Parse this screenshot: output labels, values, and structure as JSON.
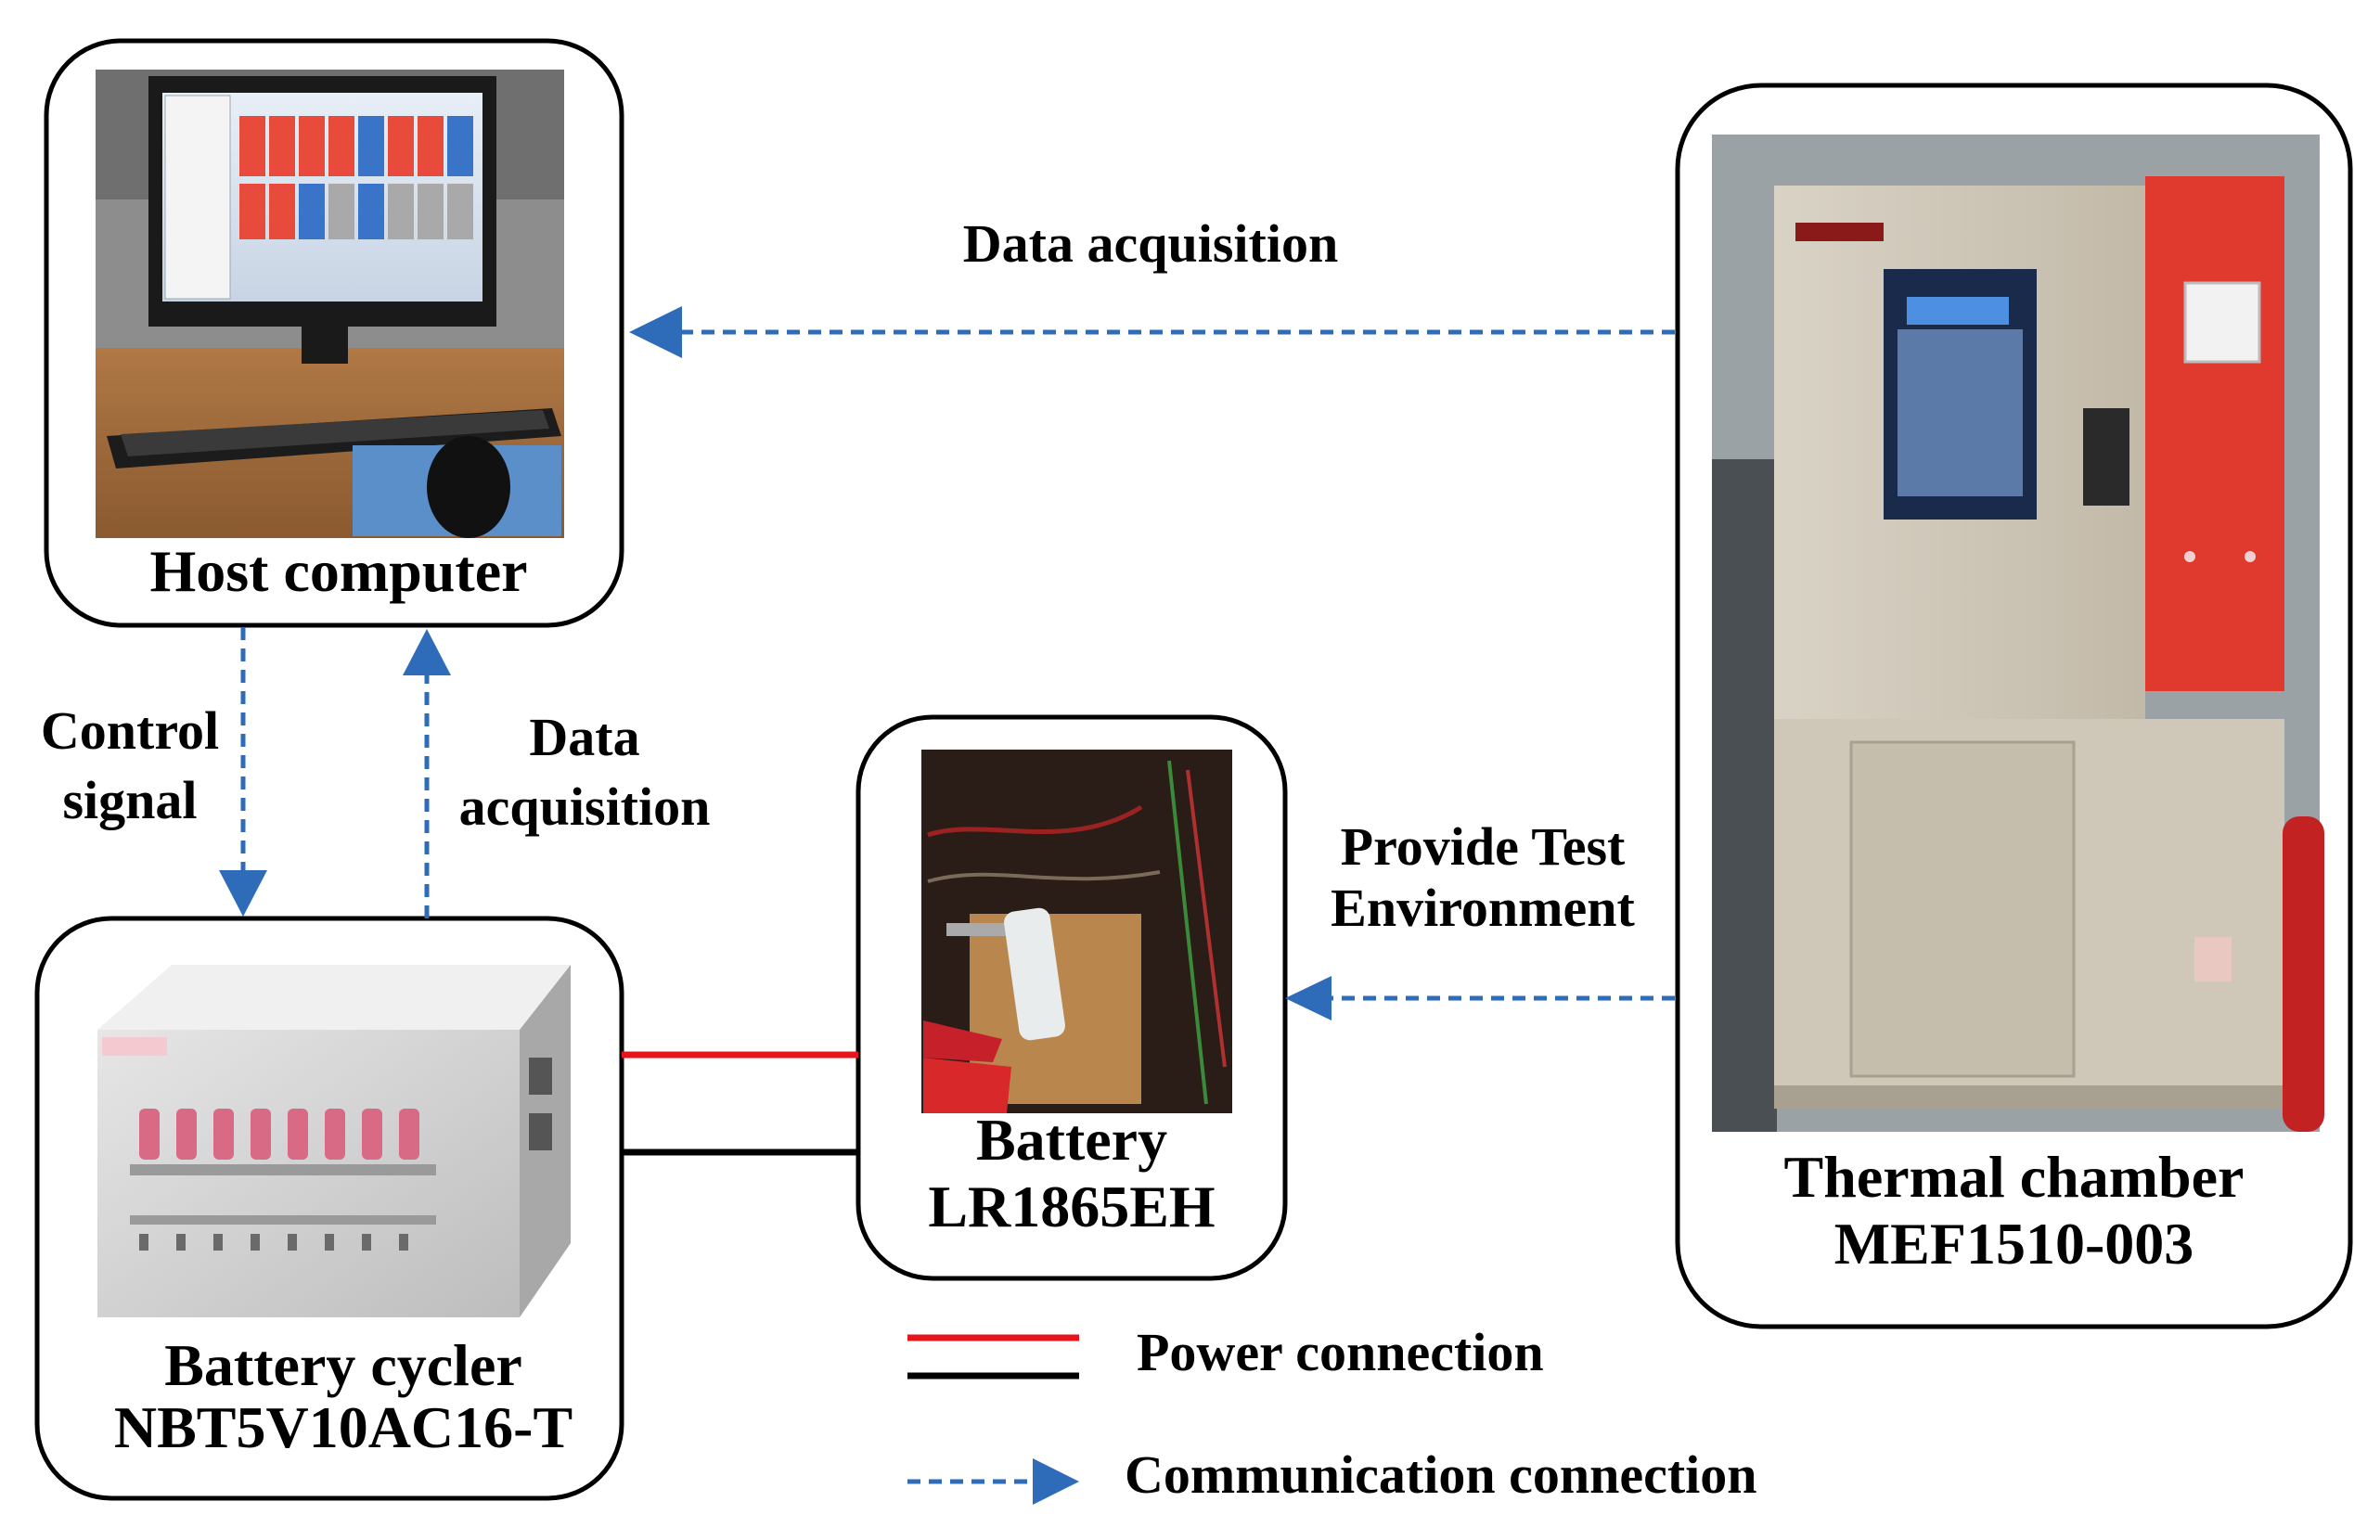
{
  "nodes": {
    "host": {
      "label": "Host computer"
    },
    "cycler": {
      "line1": "Battery cycler",
      "line2": "NBT5V10AC16-T"
    },
    "battery": {
      "line1": "Battery",
      "line2": "LR1865EH"
    },
    "chamber": {
      "line1": "Thermal chamber",
      "line2": "MEF1510-003"
    }
  },
  "edges": {
    "chamber_to_host": "Data acquisition",
    "host_to_cycler": {
      "line1": "Control",
      "line2": "signal"
    },
    "cycler_to_host": {
      "line1": "Data",
      "line2": "acquisition"
    },
    "chamber_to_battery": {
      "line1": "Provide Test",
      "line2": "Environment"
    }
  },
  "legend": {
    "power": "Power connection",
    "communication": "Communication connection"
  },
  "colors": {
    "communication": "#2e6bb8",
    "power_positive": "#e8141b",
    "power_negative": "#000000"
  }
}
